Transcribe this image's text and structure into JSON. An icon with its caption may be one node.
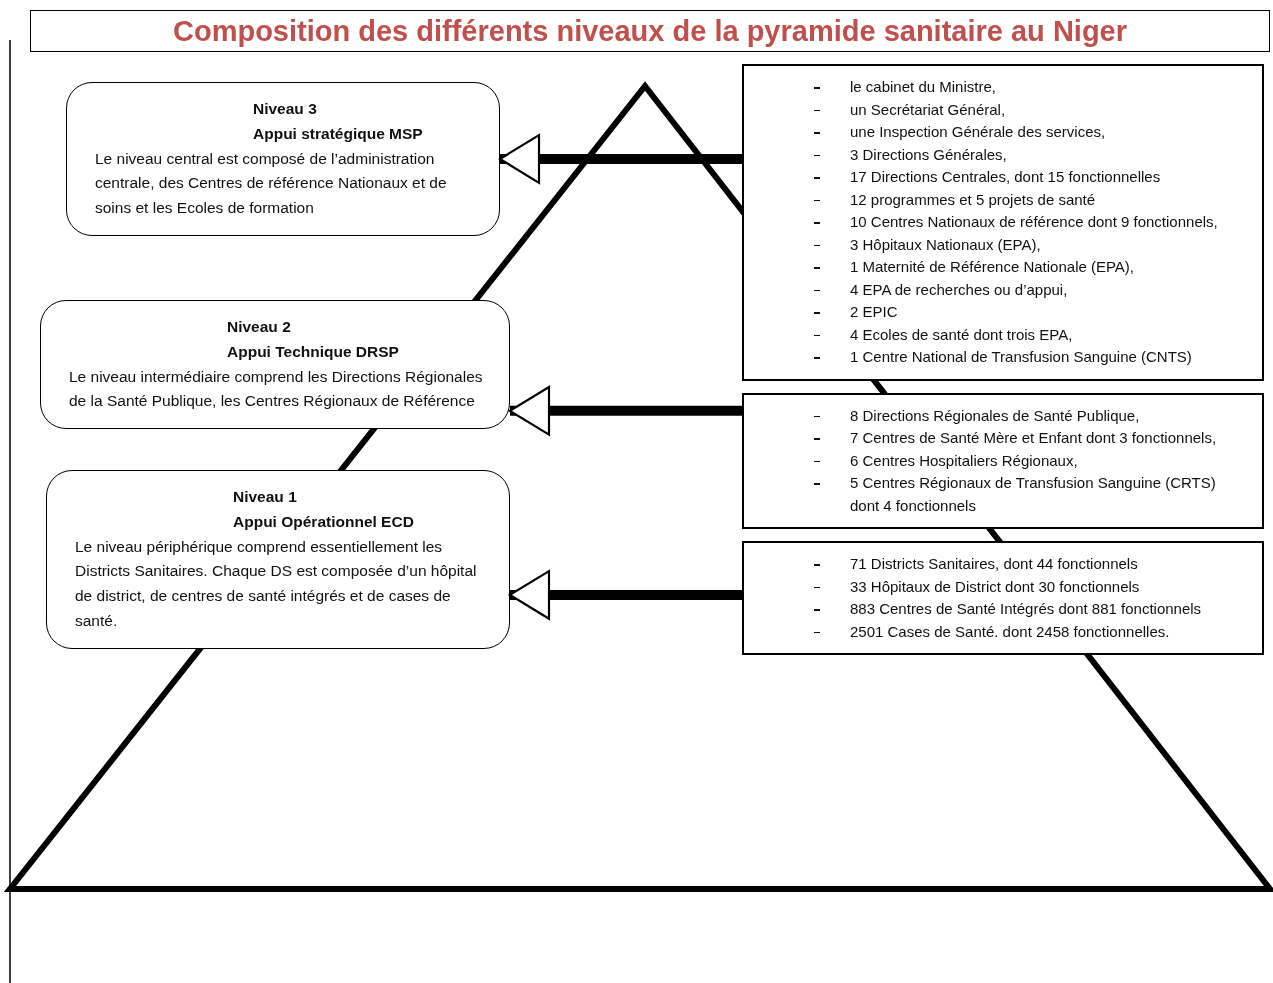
{
  "diagram": {
    "title": "Composition des différents niveaux de la pyramide sanitaire au Niger",
    "nodes": [
      {
        "text": [
          "Niveau 3",
          "Appui stratégique MSP",
          "Le niveau central est composé de l’administration centrale, des Centres de référence Nationaux et de soins et les Ecoles de formation"
        ]
      },
      {
        "text": [
          "Niveau 2",
          "Appui Technique DRSP",
          "Le niveau intermédiaire comprend les Directions Régionales de la Santé Publique, les Centres Régionaux de Référence"
        ]
      },
      {
        "text": [
          "Niveau 1",
          "Appui Opérationnel ECD",
          "Le niveau périphérique comprend essentiellement les Districts Sanitaires. Chaque DS est composée d’un hôpital de district, de centres de santé intégrés et de cases de santé."
        ]
      },
      {
        "text": [
          "le cabinet du Ministre,",
          "un Secrétariat Général,",
          "une Inspection Générale des services,",
          "3 Directions Générales,",
          "17 Directions Centrales, dont 15 fonctionnelles",
          "12 programmes et 5 projets de santé",
          "10 Centres Nationaux de référence dont 9 fonctionnels,",
          "3 Hôpitaux Nationaux (EPA),",
          "1 Maternité de Référence Nationale (EPA),",
          "4 EPA de recherches ou d’appui,",
          "2 EPIC",
          "4 Ecoles de santé dont trois EPA,",
          "1 Centre National de Transfusion Sanguine (CNTS)"
        ]
      },
      {
        "text": [
          "8 Directions Régionales de Santé Publique,",
          "7 Centres de Santé Mère et Enfant dont 3 fonctionnels,",
          "6 Centres Hospitaliers Régionaux,",
          "5 Centres Régionaux de Transfusion Sanguine (CRTS) dont 4 fonctionnels"
        ]
      },
      {
        "text": [
          "71 Districts Sanitaires, dont 44 fonctionnels",
          "33 Hôpitaux de District dont 30 fonctionnels",
          "883 Centres de Santé Intégrés dont 881 fonctionnels",
          "2501 Cases de Santé. dont 2458 fonctionnelles."
        ]
      }
    ],
    "edges": [
      {
        "from": 3,
        "to": 0,
        "arrow": "to"
      },
      {
        "from": 4,
        "to": 1,
        "arrow": "to"
      },
      {
        "from": 5,
        "to": 2,
        "arrow": "to"
      }
    ]
  }
}
